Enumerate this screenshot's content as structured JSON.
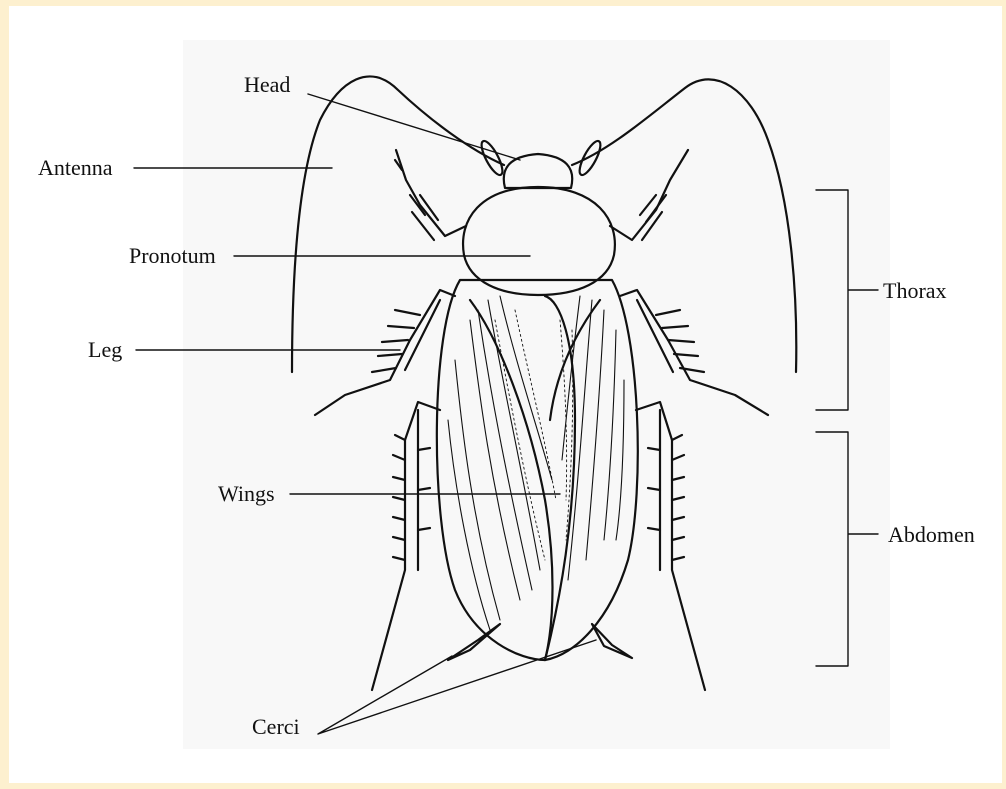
{
  "diagram": {
    "labels": {
      "head": "Head",
      "antenna": "Antenna",
      "pronotum": "Pronotum",
      "leg": "Leg",
      "wings": "Wings",
      "cerci": "Cerci",
      "thorax": "Thorax",
      "abdomen": "Abdomen"
    },
    "colors": {
      "frame": "#fdf0cf",
      "panel": "#f8f8f8",
      "ink": "#111111"
    }
  }
}
